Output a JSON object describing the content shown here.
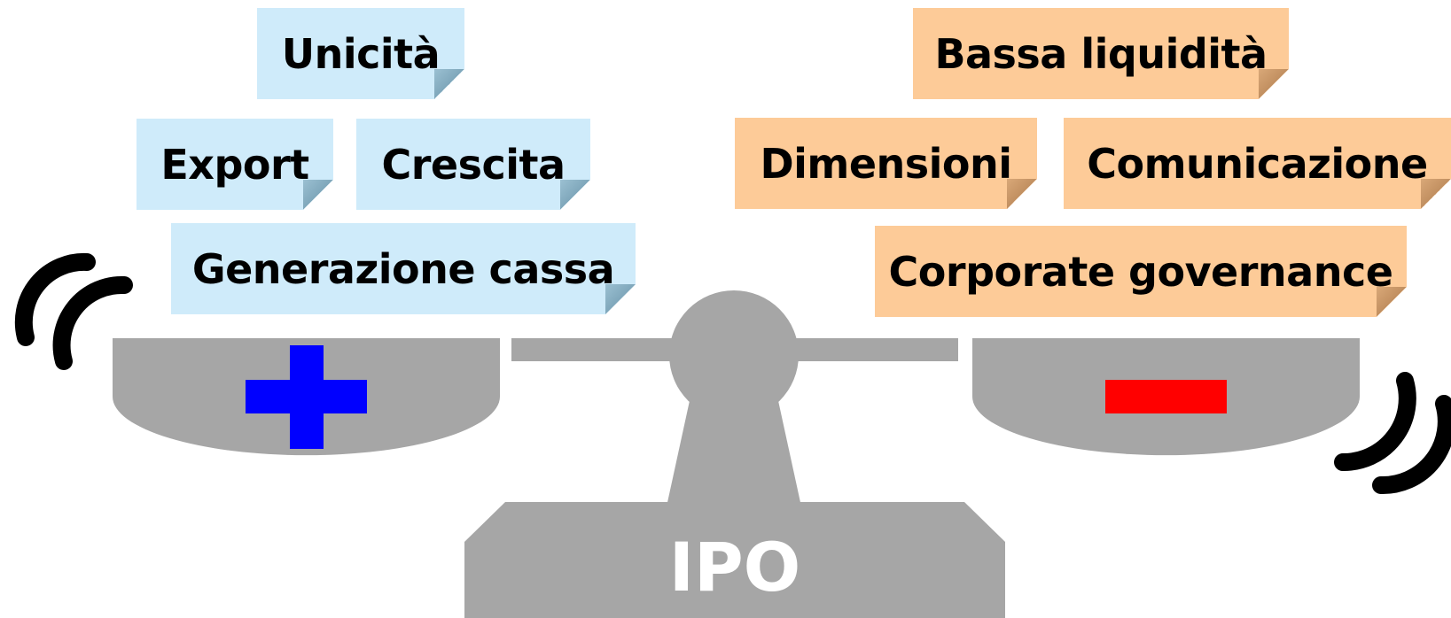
{
  "pros": [
    {
      "label": "Unicità"
    },
    {
      "label": "Export"
    },
    {
      "label": "Crescita"
    },
    {
      "label": "Generazione cassa"
    }
  ],
  "cons": [
    {
      "label": "Bassa liquidità"
    },
    {
      "label": "Dimensioni"
    },
    {
      "label": "Comunicazione"
    },
    {
      "label": "Corporate governance"
    }
  ],
  "center_label": "IPO",
  "colors": {
    "pro_note": "#cfebfa",
    "con_note": "#fdcb98",
    "scale": "#a6a6a6",
    "plus_sign": "#0000ff",
    "minus_sign": "#ff0000",
    "motion_marks": "#000000"
  }
}
